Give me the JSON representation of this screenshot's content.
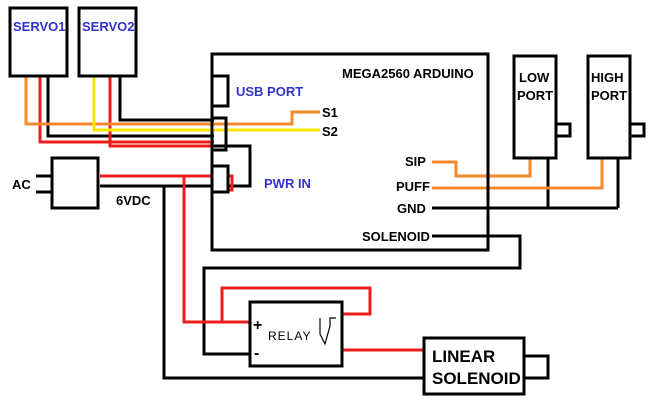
{
  "components": {
    "servo1": "SERVO1",
    "servo2": "SERVO2",
    "arduino": "MEGA2560 ARDUINO",
    "usb_port": "USB PORT",
    "pwr_in": "PWR IN",
    "low_port": [
      "LOW",
      "PORT"
    ],
    "high_port": [
      "HIGH",
      "PORT"
    ],
    "relay": "RELAY",
    "relay_plus": "+",
    "relay_minus": "-",
    "solenoid": [
      "LINEAR",
      "SOLENOID"
    ]
  },
  "pins": {
    "s1": "S1",
    "s2": "S2",
    "sip": "SIP",
    "puff": "PUFF",
    "gnd": "GND",
    "solenoid": "SOLENOID"
  },
  "power": {
    "ac": "AC",
    "supply": "6VDC"
  },
  "colors": {
    "black": "#000000",
    "red": "#ee1c1c",
    "orange": "#f58a2c",
    "yellow": "#f5e800",
    "label_blue": "#3333cc"
  }
}
